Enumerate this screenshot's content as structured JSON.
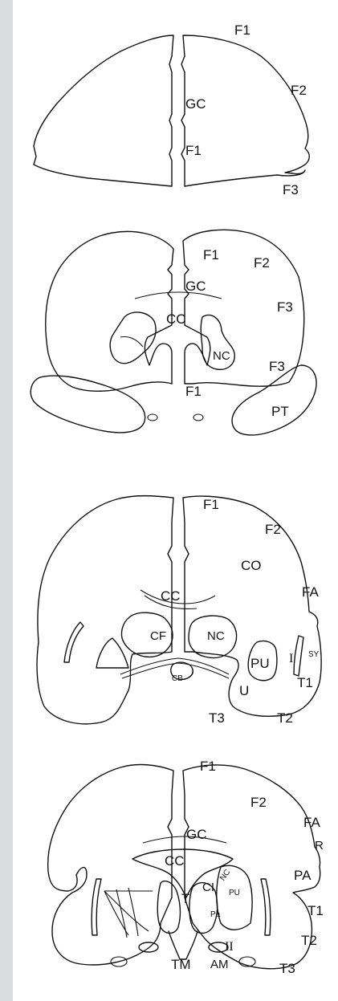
{
  "colors": {
    "strip": "#d9dde0",
    "ink": "#111111",
    "background": "#ffffff"
  },
  "sections": [
    {
      "id": "section-1",
      "labels": {
        "f1_top": "F1",
        "f2": "F2",
        "gc": "GC",
        "f1_mid": "F1",
        "f3": "F3"
      }
    },
    {
      "id": "section-2",
      "labels": {
        "f1": "F1",
        "f2": "F2",
        "gc": "GC",
        "f3_upper": "F3",
        "cc": "CC",
        "nc": "NC",
        "f3_lower": "F3",
        "f1_bottom": "F1",
        "pt": "PT"
      }
    },
    {
      "id": "section-3",
      "labels": {
        "f1": "F1",
        "f2": "F2",
        "co": "CO",
        "fa": "FA",
        "cc": "CC",
        "cf": "CF",
        "nc": "NC",
        "pu": "PU",
        "i": "I",
        "sy": "SY",
        "cb": "CB",
        "t1": "T1",
        "u": "U",
        "t3": "T3",
        "t2": "T2"
      }
    },
    {
      "id": "section-4",
      "labels": {
        "f1": "F1",
        "f2": "F2",
        "fa": "FA",
        "gc": "GC",
        "r": "R",
        "cc": "CC",
        "nc": "NC",
        "pa_cortex": "PA",
        "ci": "CI",
        "pu": "PU",
        "t": "T",
        "pa_small": "Pa",
        "t1": "T1",
        "ii": "II",
        "t2": "T2",
        "tm": "TM",
        "am": "AM",
        "t3": "T3"
      }
    }
  ]
}
